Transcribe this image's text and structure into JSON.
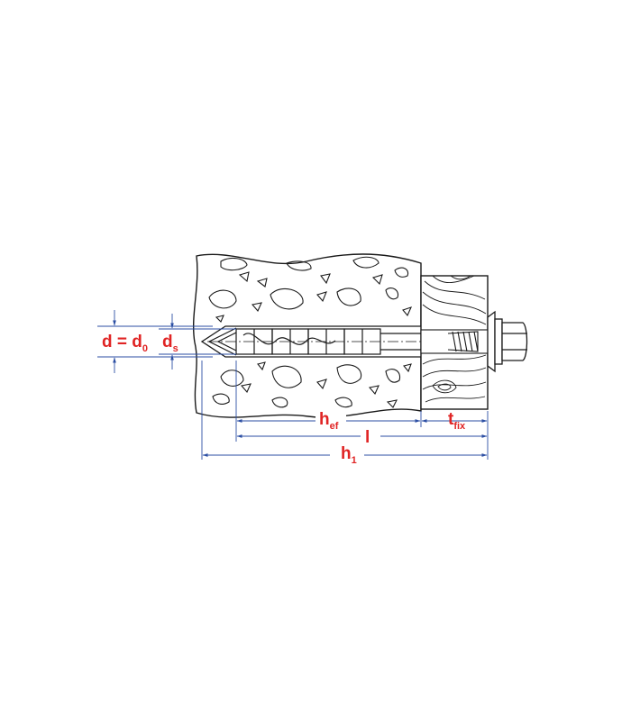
{
  "colors": {
    "outline": "#1a1a1a",
    "dimension_line": "#2b4ea3",
    "label": "#e02424",
    "background": "#ffffff"
  },
  "labels": {
    "bore_diameter": {
      "main": "d = d",
      "sub": "0"
    },
    "sleeve_diameter": {
      "main": "d",
      "sub": "s"
    },
    "effective_depth": {
      "main": "h",
      "sub": "ef"
    },
    "anchor_length": {
      "main": "l",
      "sub": ""
    },
    "fixture_thickness": {
      "main": "t",
      "sub": "fix"
    },
    "drill_depth": {
      "main": "h",
      "sub": "1"
    }
  }
}
